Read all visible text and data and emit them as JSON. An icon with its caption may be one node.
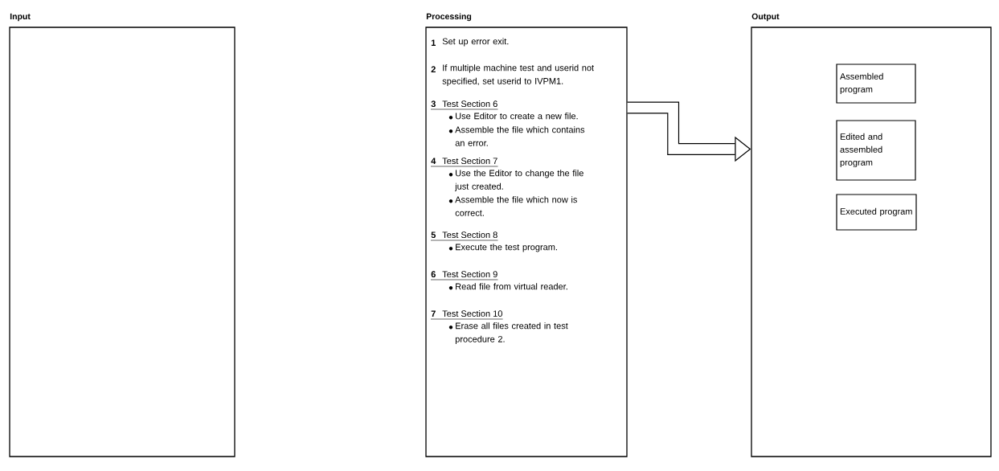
{
  "diagram": {
    "nodes": [
      {
        "text": [
          "Input"
        ]
      },
      {
        "text": [
          "Processing",
          "1",
          "Set up error exit.",
          "2",
          "If multiple machine test and userid not specified, set userid to IVPM1.",
          "3",
          "Test Section 6",
          "Use Editor to create a new file.",
          "Assemble the file which contains an error.",
          "4",
          "Test Section 7",
          "Use the Editor to change the file just created.",
          "Assemble the file which now is correct.",
          "5",
          "Test Section 8",
          "Execute the test program.",
          "6",
          "Test Section 9",
          "Read file from virtual reader.",
          "7",
          "Test Section 10",
          "Erase all files created in test procedure 2."
        ]
      },
      {
        "text": [
          "Output"
        ]
      },
      {
        "text": [
          "Assembled program"
        ],
        "in": 2
      },
      {
        "text": [
          "Edited and assembled program"
        ],
        "in": 2
      },
      {
        "text": [
          "Executed program"
        ],
        "in": 2
      }
    ],
    "edges": [
      {
        "from": 1,
        "to": 2,
        "arrow": "to"
      }
    ]
  }
}
